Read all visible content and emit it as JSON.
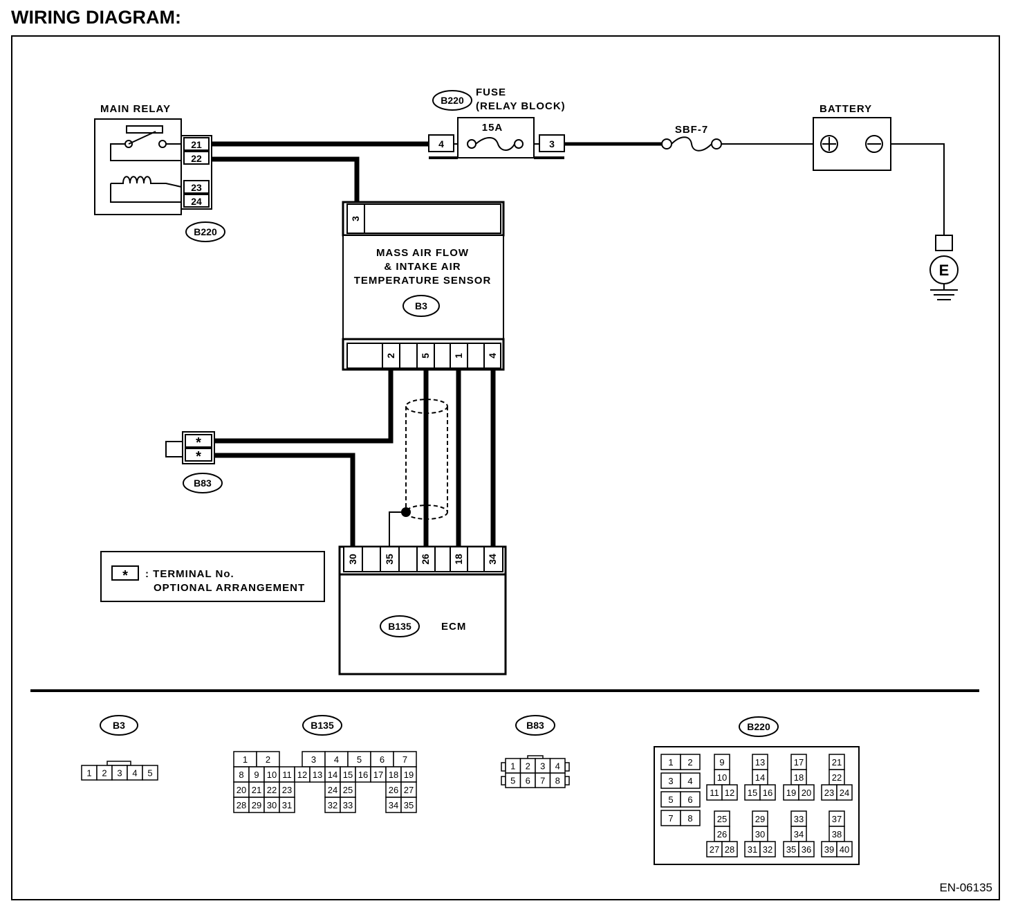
{
  "page_title": "WIRING DIAGRAM:",
  "doc_code": "EN-06135",
  "components": {
    "main_relay": {
      "label": "MAIN RELAY",
      "connector": "B220",
      "pins": [
        "21",
        "22",
        "23",
        "24"
      ]
    },
    "fuse": {
      "label_line1": "FUSE",
      "label_line2": "(RELAY BLOCK)",
      "connector": "B220",
      "rating": "15A",
      "pin_left": "4",
      "pin_right": "3"
    },
    "sbf": {
      "label": "SBF-7"
    },
    "battery": {
      "label": "BATTERY"
    },
    "ground": {
      "label": "E"
    },
    "maf_sensor": {
      "label_line1": "MASS AIR FLOW",
      "label_line2": "& INTAKE AIR",
      "label_line3": "TEMPERATURE SENSOR",
      "connector": "B3",
      "top_pin": "3",
      "bottom_pins": [
        "2",
        "5",
        "1",
        "4"
      ]
    },
    "b83": {
      "connector": "B83",
      "pins": [
        "*",
        "*"
      ]
    },
    "ecm": {
      "label": "ECM",
      "connector": "B135",
      "pins": [
        "30",
        "35",
        "26",
        "18",
        "34"
      ]
    }
  },
  "legend": {
    "symbol": "*",
    "line1": ": TERMINAL No.",
    "line2": "OPTIONAL ARRANGEMENT"
  },
  "connector_views": {
    "b3": {
      "label": "B3",
      "pins": [
        "1",
        "2",
        "3",
        "4",
        "5"
      ]
    },
    "b135": {
      "label": "B135",
      "row1": [
        "1",
        "2",
        "3",
        "4",
        "5",
        "6",
        "7"
      ],
      "row2": [
        "8",
        "9",
        "10",
        "11",
        "12",
        "13",
        "14",
        "15",
        "16",
        "17",
        "18",
        "19"
      ],
      "row3": [
        "20",
        "21",
        "22",
        "23",
        "24",
        "25",
        "26",
        "27"
      ],
      "row4": [
        "28",
        "29",
        "30",
        "31",
        "32",
        "33",
        "34",
        "35"
      ]
    },
    "b83": {
      "label": "B83",
      "row1": [
        "1",
        "2",
        "3",
        "4"
      ],
      "row2": [
        "5",
        "6",
        "7",
        "8"
      ]
    },
    "b220": {
      "label": "B220",
      "pins": [
        "1",
        "2",
        "3",
        "4",
        "5",
        "6",
        "7",
        "8",
        "9",
        "10",
        "11",
        "12",
        "13",
        "14",
        "15",
        "16",
        "17",
        "18",
        "19",
        "20",
        "21",
        "22",
        "23",
        "24",
        "25",
        "26",
        "27",
        "28",
        "29",
        "30",
        "31",
        "32",
        "33",
        "34",
        "35",
        "36",
        "37",
        "38",
        "39",
        "40"
      ]
    }
  }
}
